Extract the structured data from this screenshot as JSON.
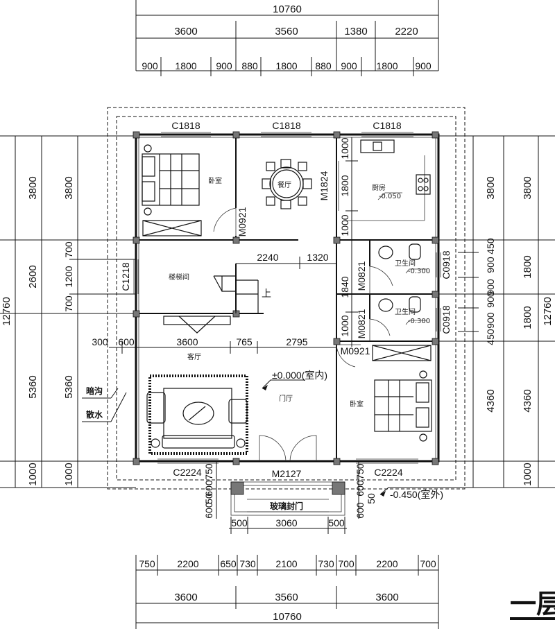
{
  "dims_top": {
    "total": "10760",
    "row2": [
      "3600",
      "3560",
      "1380",
      "2220"
    ],
    "row3": [
      "900",
      "1800",
      "900",
      "880",
      "1800",
      "880",
      "900",
      "1800",
      "900"
    ]
  },
  "dims_bottom": {
    "row1": [
      "750",
      "2200",
      "650",
      "730",
      "2100",
      "730",
      "700",
      "2200",
      "700"
    ],
    "row2": [
      "3600",
      "3560",
      "3600"
    ],
    "total": "10760"
  },
  "dims_left": {
    "outer": [
      "3800",
      "2600",
      "5360",
      "1000"
    ],
    "total": "12760",
    "inner": [
      "3800",
      "700",
      "1200",
      "700",
      "5360",
      "1000"
    ]
  },
  "dims_right": {
    "outer": [
      "3800",
      "1800",
      "1800",
      "4360",
      "1000"
    ],
    "total": "12760",
    "inner": [
      "3800",
      "450",
      "900",
      "900",
      "900",
      "900",
      "450",
      "4360"
    ]
  },
  "interior_dims": {
    "stair_w": "2240",
    "stair_e": "1320",
    "hall_300": "300",
    "hall_600": "600",
    "hall_3600": "3600",
    "hall_765": "765",
    "hall_2795": "2795",
    "k_1000a": "1000",
    "k_1800": "1800",
    "k_1000b": "1000",
    "k_1840": "1840",
    "k_1000c": "1000",
    "p_750l": "750",
    "p_600l": "600",
    "p_50l": "50",
    "p_600l2": "600",
    "p_750r": "750",
    "p_600r": "600",
    "p_50r": "50",
    "p_600r2": "600",
    "p_500l": "500",
    "p_3060": "3060",
    "p_500r": "500"
  },
  "windows": {
    "w1": "C1818",
    "w2": "C1818",
    "w3": "C1818",
    "w4": "C1218",
    "w5": "C0918",
    "w6": "C0918",
    "w7": "C2224",
    "w8": "C2224"
  },
  "doors": {
    "d1": "M0921",
    "d2": "M1824",
    "d3": "M0821",
    "d4": "M0821",
    "d5": "M0921",
    "d6": "M2127"
  },
  "rooms": {
    "bedroom1": "卧室",
    "dining": "餐厅",
    "kitchen": "厨房",
    "kitchen_level": "-0.050",
    "stair": "楼梯间",
    "up": "上",
    "bath1": "卫生间",
    "bath1_level": "-0.300",
    "bath2": "卫生间",
    "bath2_level": "-0.300",
    "living": "客厅",
    "foyer": "门厅",
    "bedroom2": "卧室"
  },
  "annotations": {
    "level_in": "±0.000(室内)",
    "level_out": "-0.450(室外)",
    "ditch": "暗沟",
    "apron": "散水",
    "porch": "玻璃封门"
  },
  "title_partial": "一层"
}
